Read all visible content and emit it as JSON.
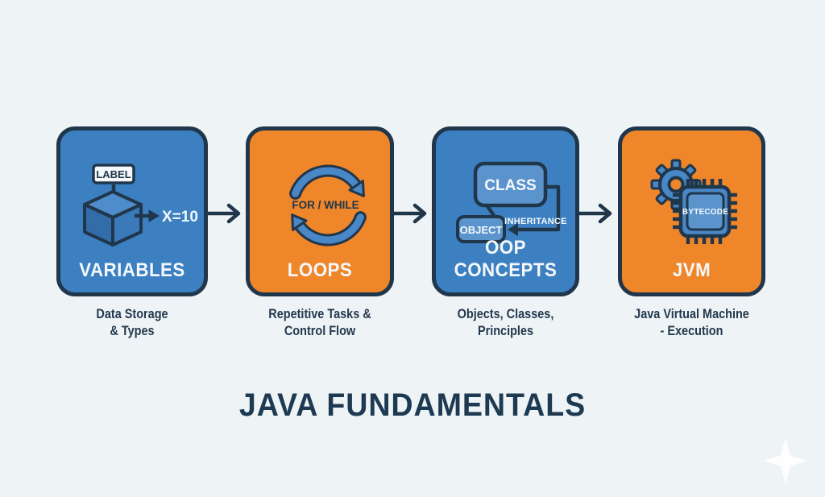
{
  "title": "JAVA FUNDAMENTALS",
  "colors": {
    "background": "#eef4f6",
    "card_blue": "#3d80c2",
    "card_orange": "#f0862a",
    "outline_navy": "#20364b",
    "text_navy": "#1e3a52",
    "icon_blue": "#4a87c6"
  },
  "cards": [
    {
      "title": "VARIABLES",
      "caption": [
        "Data Storage",
        "& Types"
      ],
      "icon": {
        "tag_label": "LABEL",
        "value_label": "X=10"
      }
    },
    {
      "title": "LOOPS",
      "caption": [
        "Repetitive Tasks &",
        "Control Flow"
      ],
      "icon": {
        "center_label": "FOR / WHILE"
      }
    },
    {
      "title": "OOP CONCEPTS",
      "caption": [
        "Objects, Classes,",
        "Principles"
      ],
      "icon": {
        "class_label": "CLASS",
        "object_label": "OBJECT",
        "relation_label": "INHERITANCE"
      }
    },
    {
      "title": "JVM",
      "caption": [
        "Java Virtual Machine",
        "- Execution"
      ],
      "icon": {
        "chip_label": "BYTECODE"
      }
    }
  ]
}
